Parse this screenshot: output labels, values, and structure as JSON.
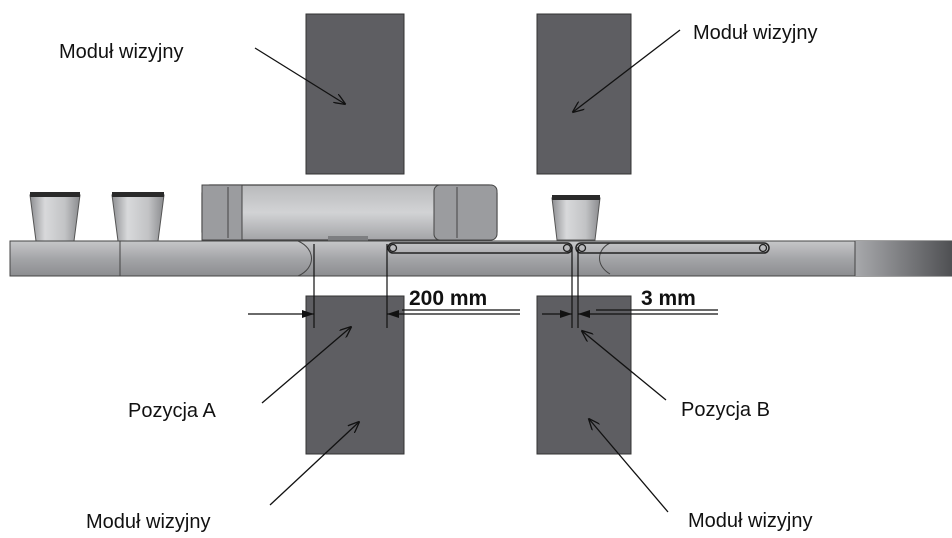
{
  "labels": {
    "module_top_left": "Moduł wizyjny",
    "module_top_right": "Moduł wizyjny",
    "module_bottom_left": "Moduł wizyjny",
    "module_bottom_right": "Moduł wizyjny",
    "position_a": "Pozycja A",
    "position_b": "Pozycja B"
  },
  "dimensions": {
    "gap_a": "200 mm",
    "gap_b": "3 mm"
  },
  "colors": {
    "module": "#5e5e62",
    "conveyor": "#a9aaad",
    "line": "#111111"
  }
}
